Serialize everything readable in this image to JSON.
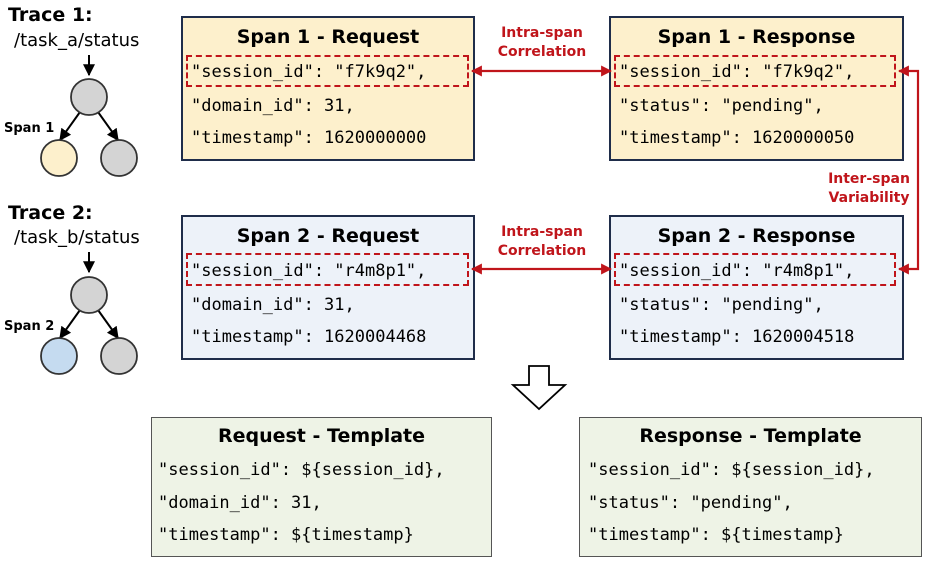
{
  "traces": [
    {
      "title": "Trace 1:",
      "path": "/task_a/status",
      "span_label": "Span 1",
      "highlight_color": "#fdf0cc"
    },
    {
      "title": "Trace 2:",
      "path": "/task_b/status",
      "span_label": "Span 2",
      "highlight_color": "#c5dbf0"
    }
  ],
  "node_color": "#d4d4d4",
  "span1_request": {
    "title": "Span 1 - Request",
    "lines": [
      "\"session_id\": \"f7k9q2\",",
      "\"domain_id\": 31,",
      "\"timestamp\": 1620000000"
    ]
  },
  "span1_response": {
    "title": "Span 1 - Response",
    "lines": [
      "\"session_id\": \"f7k9q2\",",
      "\"status\": \"pending\",",
      "\"timestamp\": 1620000050"
    ]
  },
  "span2_request": {
    "title": "Span 2 - Request",
    "lines": [
      "\"session_id\": \"r4m8p1\",",
      "\"domain_id\": 31,",
      "\"timestamp\": 1620004468"
    ]
  },
  "span2_response": {
    "title": "Span 2 - Response",
    "lines": [
      "\"session_id\": \"r4m8p1\",",
      "\"status\": \"pending\",",
      "\"timestamp\": 1620004518"
    ]
  },
  "labels": {
    "intra_span_1": [
      "Intra-span",
      "Correlation"
    ],
    "intra_span_2": [
      "Intra-span",
      "Correlation"
    ],
    "inter_span": [
      "Inter-span",
      "Variability"
    ]
  },
  "request_template": {
    "title": "Request - Template",
    "lines": [
      "\"session_id\": ${session_id},",
      "\"domain_id\": 31,",
      "\"timestamp\": ${timestamp}"
    ]
  },
  "response_template": {
    "title": "Response - Template",
    "lines": [
      "\"session_id\": ${session_id},",
      "\"status\": \"pending\",",
      "\"timestamp\": ${timestamp}"
    ]
  },
  "colors": {
    "accent_red": "#c0151b",
    "box_border": "#1f2d4a",
    "span1_fill": "#fdf0cc",
    "span2_fill": "#edf2f9",
    "template_fill": "#eef3e6"
  }
}
